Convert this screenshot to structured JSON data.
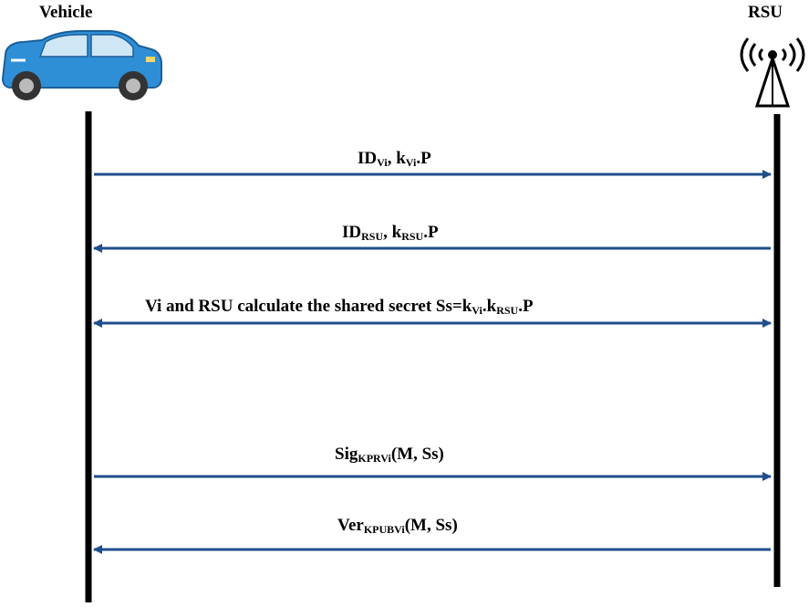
{
  "actors": {
    "left": {
      "label": "Vehicle",
      "icon": "car-icon",
      "color": "#2f8fd6"
    },
    "right": {
      "label": "RSU",
      "icon": "antenna-tower-icon"
    }
  },
  "arrow_color": "#1f4e8c",
  "messages": [
    {
      "direction": "right",
      "parts": [
        {
          "t": "ID"
        },
        {
          "s": "Vi"
        },
        {
          "t": ", k"
        },
        {
          "s": "Vi"
        },
        {
          "t": ".P"
        }
      ]
    },
    {
      "direction": "left",
      "parts": [
        {
          "t": "ID"
        },
        {
          "s": "RSU"
        },
        {
          "t": ", k"
        },
        {
          "s": "RSU"
        },
        {
          "t": ".P"
        }
      ]
    },
    {
      "direction": "both",
      "parts": [
        {
          "t": "Vi and RSU calculate the shared secret Ss=k"
        },
        {
          "s": "Vi"
        },
        {
          "t": ".k"
        },
        {
          "s": "RSU"
        },
        {
          "t": ".P"
        }
      ]
    },
    {
      "direction": "right",
      "parts": [
        {
          "t": "Sig"
        },
        {
          "s": "KPRVi"
        },
        {
          "t": "(M, Ss)"
        }
      ]
    },
    {
      "direction": "left",
      "parts": [
        {
          "t": "Ver"
        },
        {
          "s": "KPUBVi"
        },
        {
          "t": "(M, Ss)"
        }
      ]
    }
  ]
}
